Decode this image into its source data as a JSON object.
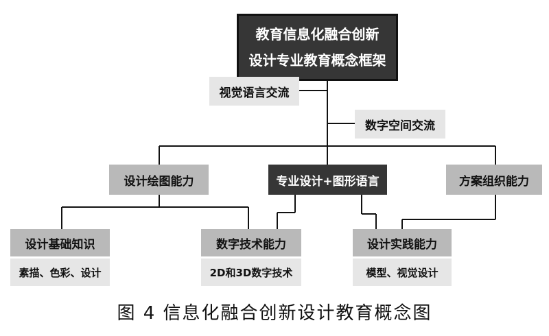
{
  "root": {
    "line1": "教育信息化融合创新",
    "line2": "设计专业教育概念框架"
  },
  "exchange_left": "视觉语言交流",
  "exchange_right": "数字空间交流",
  "abilities": {
    "design_drawing": "设计绘图能力",
    "pro_design": "专业设计+图形语言",
    "scheme": "方案组织能力"
  },
  "skills": {
    "basic": {
      "title": "设计基础知识",
      "detail": "素描、色彩、设计"
    },
    "digital": {
      "title": "数字技术能力",
      "detail": "2D和3D数字技术"
    },
    "practice": {
      "title": "设计实践能力",
      "detail": "模型、视觉设计"
    }
  },
  "caption": "图 4  信息化融合创新设计教育概念图"
}
